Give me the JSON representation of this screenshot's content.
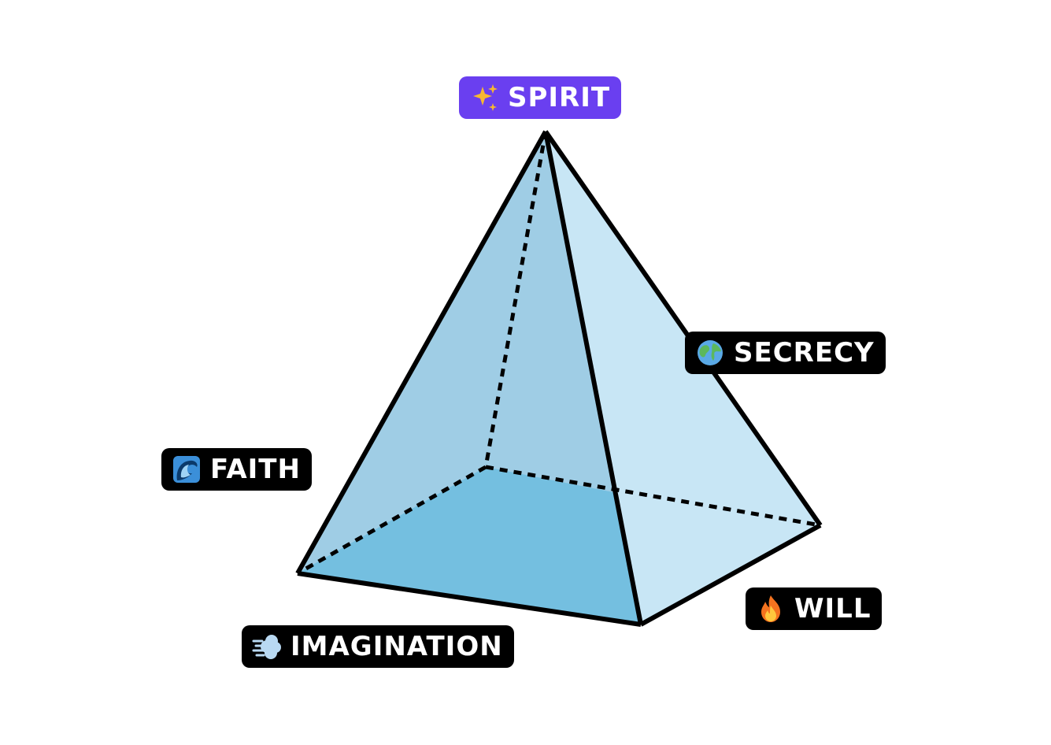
{
  "vertices": {
    "spirit": {
      "label": "SPIRIT",
      "icon": "sparkles-icon",
      "bg": "#6a3ff0"
    },
    "secrecy": {
      "label": "SECRECY",
      "icon": "globe-icon",
      "bg": "#000000"
    },
    "faith": {
      "label": "FAITH",
      "icon": "wave-icon",
      "bg": "#000000"
    },
    "will": {
      "label": "WILL",
      "icon": "fire-icon",
      "bg": "#000000"
    },
    "imagination": {
      "label": "IMAGINATION",
      "icon": "wind-icon",
      "bg": "#000000"
    }
  },
  "colors": {
    "left_face": "#9fcde5",
    "right_face": "#c8e6f5",
    "front_face": "#74bfe0",
    "edge": "#000000"
  }
}
